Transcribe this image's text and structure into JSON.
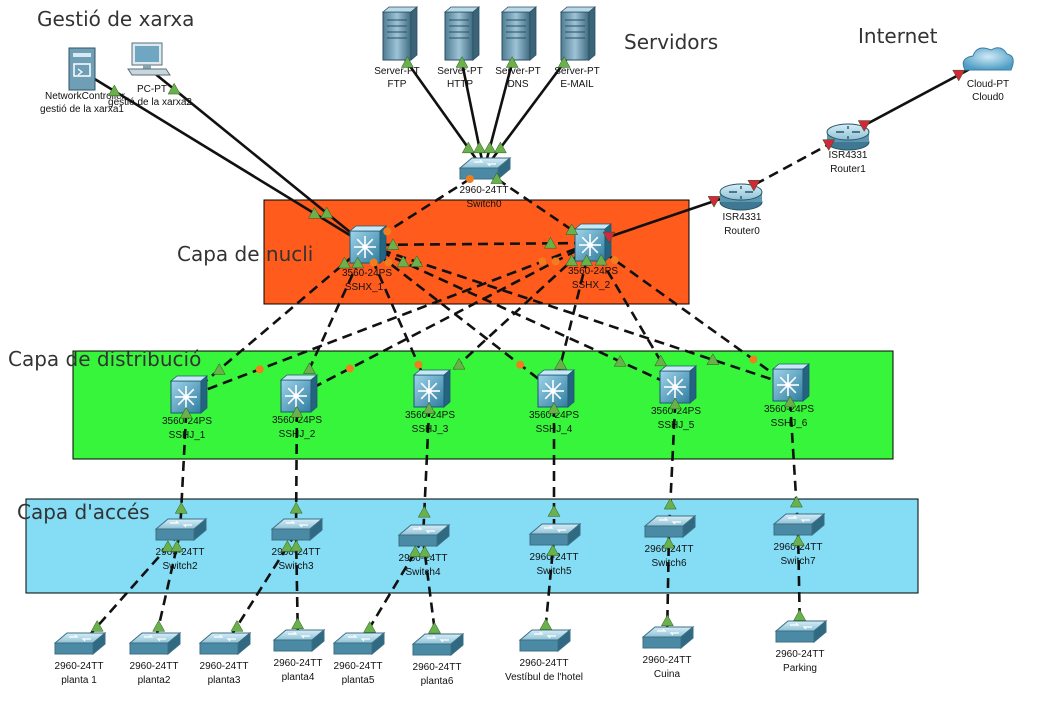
{
  "zones": {
    "mgmt": "Gestió de xarxa",
    "servers": "Servidors",
    "internet": "Internet",
    "core": "Capa de nucli",
    "dist": "Capa de distribució",
    "access": "Capa d'accés"
  },
  "colors": {
    "core_zone": "#ff5b1c",
    "dist_zone": "#37f53a",
    "access_zone": "#84dcf5",
    "link": "#111111",
    "port_up": "#6ab04c",
    "port_wait": "#f07e1e",
    "port_down": "#d2283c"
  },
  "devices": {
    "nc": {
      "model": "NetworkController",
      "name": "gestió de la xarxa1",
      "icon": "network-controller-icon"
    },
    "pc": {
      "model": "PC-PT",
      "name": "gestió de la xarxa2",
      "icon": "pc-icon"
    },
    "ftp": {
      "model": "Server-PT",
      "name": "FTP",
      "icon": "server-icon"
    },
    "http": {
      "model": "Server-PT",
      "name": "HTTP",
      "icon": "server-icon"
    },
    "dns": {
      "model": "Server-PT",
      "name": "DNS",
      "icon": "server-icon"
    },
    "email": {
      "model": "Server-PT",
      "name": "E-MAIL",
      "icon": "server-icon"
    },
    "cloud": {
      "model": "Cloud-PT",
      "name": "Cloud0",
      "icon": "cloud-icon"
    },
    "r1": {
      "model": "ISR4331",
      "name": "Router1",
      "icon": "router-icon"
    },
    "r0": {
      "model": "ISR4331",
      "name": "Router0",
      "icon": "router-icon"
    },
    "sw0": {
      "model": "2960-24TT",
      "name": "Switch0",
      "icon": "switch-icon"
    },
    "sshx1": {
      "model": "3560-24PS",
      "name": "SSHX_1",
      "icon": "multilayer-switch-icon"
    },
    "sshx2": {
      "model": "3560-24PS",
      "name": "SSHX_2",
      "icon": "multilayer-switch-icon"
    },
    "sshj1": {
      "model": "3560-24PS",
      "name": "SSHJ_1",
      "icon": "multilayer-switch-icon"
    },
    "sshj2": {
      "model": "3560-24PS",
      "name": "SSHJ_2",
      "icon": "multilayer-switch-icon"
    },
    "sshj3": {
      "model": "3560-24PS",
      "name": "SSHJ_3",
      "icon": "multilayer-switch-icon"
    },
    "sshj4": {
      "model": "3560-24PS",
      "name": "SSHJ_4",
      "icon": "multilayer-switch-icon"
    },
    "sshj5": {
      "model": "3560-24PS",
      "name": "SSHJ_5",
      "icon": "multilayer-switch-icon"
    },
    "sshj6": {
      "model": "3560-24PS",
      "name": "SSHJ_6",
      "icon": "multilayer-switch-icon"
    },
    "sw2": {
      "model": "2960-24TT",
      "name": "Switch2",
      "icon": "switch-icon"
    },
    "sw3": {
      "model": "2960-24TT",
      "name": "Switch3",
      "icon": "switch-icon"
    },
    "sw4": {
      "model": "2960-24TT",
      "name": "Switch4",
      "icon": "switch-icon"
    },
    "sw5": {
      "model": "2960-24TT",
      "name": "Switch5",
      "icon": "switch-icon"
    },
    "sw6": {
      "model": "2960-24TT",
      "name": "Switch6",
      "icon": "switch-icon"
    },
    "sw7": {
      "model": "2960-24TT",
      "name": "Switch7",
      "icon": "switch-icon"
    },
    "p1": {
      "model": "2960-24TT",
      "name": "planta 1",
      "icon": "switch-icon"
    },
    "p2": {
      "model": "2960-24TT",
      "name": "planta2",
      "icon": "switch-icon"
    },
    "p3": {
      "model": "2960-24TT",
      "name": "planta3",
      "icon": "switch-icon"
    },
    "p4": {
      "model": "2960-24TT",
      "name": "planta4",
      "icon": "switch-icon"
    },
    "p5": {
      "model": "2960-24TT",
      "name": "planta5",
      "icon": "switch-icon"
    },
    "p6": {
      "model": "2960-24TT",
      "name": "planta6",
      "icon": "switch-icon"
    },
    "vest": {
      "model": "2960-24TT",
      "name": "Vestíbul de l'hotel",
      "icon": "switch-icon"
    },
    "cuina": {
      "model": "2960-24TT",
      "name": "Cuina",
      "icon": "switch-icon"
    },
    "park": {
      "model": "2960-24TT",
      "name": "Parking",
      "icon": "switch-icon"
    }
  },
  "links": [
    {
      "a": "nc",
      "b": "sshx1",
      "status": "up",
      "style": "solid"
    },
    {
      "a": "pc",
      "b": "sshx1",
      "status": "up",
      "style": "solid"
    },
    {
      "a": "ftp",
      "b": "sw0",
      "status": "up",
      "style": "solid"
    },
    {
      "a": "http",
      "b": "sw0",
      "status": "up",
      "style": "solid"
    },
    {
      "a": "dns",
      "b": "sw0",
      "status": "up",
      "style": "solid"
    },
    {
      "a": "email",
      "b": "sw0",
      "status": "up",
      "style": "solid"
    },
    {
      "a": "sw0",
      "b": "sshx1",
      "status": "wait",
      "style": "dashed"
    },
    {
      "a": "sw0",
      "b": "sshx2",
      "status": "up",
      "style": "dashed"
    },
    {
      "a": "sshx2",
      "b": "r0",
      "status": "down",
      "style": "solid"
    },
    {
      "a": "r0",
      "b": "r1",
      "status": "down",
      "style": "dashed"
    },
    {
      "a": "r1",
      "b": "cloud",
      "status": "down",
      "style": "solid"
    },
    {
      "a": "sshx1",
      "b": "sshx2",
      "status": "up",
      "style": "dashed"
    },
    {
      "a": "sshx1",
      "b": "sshj1",
      "status": "up",
      "style": "dashed"
    },
    {
      "a": "sshx1",
      "b": "sshj2",
      "status": "up",
      "style": "dashed"
    },
    {
      "a": "sshx1",
      "b": "sshj3",
      "status": "wait",
      "style": "dashed"
    },
    {
      "a": "sshx1",
      "b": "sshj4",
      "status": "wait",
      "style": "dashed"
    },
    {
      "a": "sshx1",
      "b": "sshj5",
      "status": "up",
      "style": "dashed"
    },
    {
      "a": "sshx1",
      "b": "sshj6",
      "status": "up",
      "style": "dashed"
    },
    {
      "a": "sshx2",
      "b": "sshj1",
      "status": "wait",
      "style": "dashed"
    },
    {
      "a": "sshx2",
      "b": "sshj2",
      "status": "wait",
      "style": "dashed"
    },
    {
      "a": "sshx2",
      "b": "sshj3",
      "status": "up",
      "style": "dashed"
    },
    {
      "a": "sshx2",
      "b": "sshj4",
      "status": "up",
      "style": "dashed"
    },
    {
      "a": "sshx2",
      "b": "sshj5",
      "status": "up",
      "style": "dashed"
    },
    {
      "a": "sshx2",
      "b": "sshj6",
      "status": "wait",
      "style": "dashed"
    },
    {
      "a": "sshj1",
      "b": "sw2",
      "status": "up",
      "style": "dashed"
    },
    {
      "a": "sshj2",
      "b": "sw3",
      "status": "up",
      "style": "dashed"
    },
    {
      "a": "sshj3",
      "b": "sw4",
      "status": "up",
      "style": "dashed"
    },
    {
      "a": "sshj4",
      "b": "sw5",
      "status": "up",
      "style": "dashed"
    },
    {
      "a": "sshj5",
      "b": "sw6",
      "status": "up",
      "style": "dashed"
    },
    {
      "a": "sshj6",
      "b": "sw7",
      "status": "up",
      "style": "dashed"
    },
    {
      "a": "sw2",
      "b": "p1",
      "status": "up",
      "style": "dashed"
    },
    {
      "a": "sw2",
      "b": "p2",
      "status": "up",
      "style": "dashed"
    },
    {
      "a": "sw3",
      "b": "p3",
      "status": "up",
      "style": "dashed"
    },
    {
      "a": "sw3",
      "b": "p4",
      "status": "up",
      "style": "dashed"
    },
    {
      "a": "sw4",
      "b": "p5",
      "status": "up",
      "style": "dashed"
    },
    {
      "a": "sw4",
      "b": "p6",
      "status": "up",
      "style": "dashed"
    },
    {
      "a": "sw5",
      "b": "vest",
      "status": "up",
      "style": "dashed"
    },
    {
      "a": "sw6",
      "b": "cuina",
      "status": "up",
      "style": "dashed"
    },
    {
      "a": "sw7",
      "b": "park",
      "status": "up",
      "style": "dashed"
    }
  ]
}
